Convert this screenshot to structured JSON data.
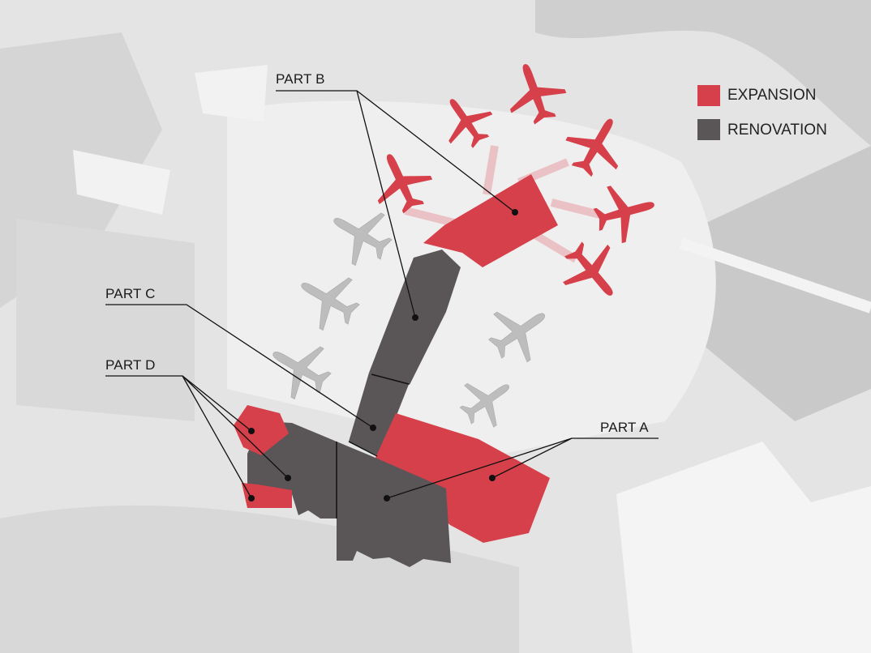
{
  "legend": [
    {
      "label": "EXPANSION",
      "color": "#d6404a"
    },
    {
      "label": "RENOVATION",
      "color": "#5a5657"
    }
  ],
  "labels": {
    "part_a": "PART A",
    "part_b": "PART B",
    "part_c": "PART C",
    "part_d": "PART D"
  },
  "colors": {
    "expansion": "#d6404a",
    "renovation": "#5a5657",
    "background": "#e4e4e4",
    "aircraft_existing": "#bdbdbd"
  }
}
